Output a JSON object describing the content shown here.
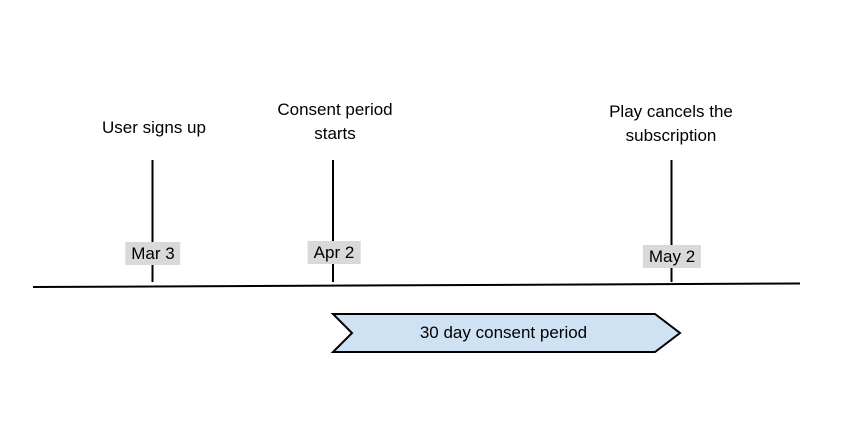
{
  "diagram": {
    "type": "timeline",
    "background": "#ffffff",
    "milestones": [
      {
        "label": "User signs up",
        "date": "Mar 3"
      },
      {
        "label": "Consent period starts",
        "date": "Apr 2"
      },
      {
        "label": "Play cancels the subscription",
        "date": "May 2"
      }
    ],
    "banner": {
      "label": "30 day consent period",
      "fill": "#cfe2f3",
      "stroke": "#000000"
    },
    "colors": {
      "date_badge_background": "#d9d9d9",
      "line": "#000000",
      "text": "#000000"
    }
  }
}
